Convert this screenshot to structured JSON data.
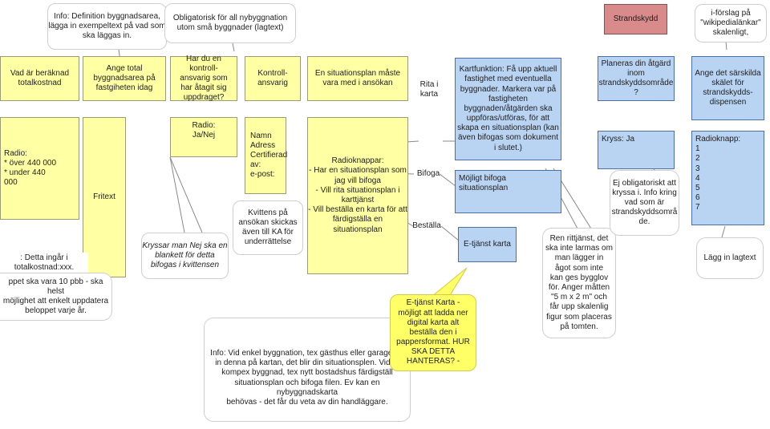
{
  "colors": {
    "yellow": "#ffffa3",
    "blue": "#b9d3f2",
    "red": "#d98a8a",
    "line": "#7f7f7f"
  },
  "top": {
    "info_def": "Info: Definition byggnadsarea,\nlägga in exempeltext på vad som\nska läggas in.",
    "obligatorisk": "Obligatorisk för all nybyggnation\nutom små byggnader (lagtext)",
    "strandskydd": "Strandskydd",
    "iforslag": "i-förslag på\n\"wikipedialänkar\"\nskalenligt,"
  },
  "headers": {
    "beraknad": "Vad är beräknad\ntotalkostnad",
    "byggnadsarea": "Ange total\nbyggnadsarea på\nfastgiheten idag",
    "ansvarig": "Har du en\nkontroll-\nansvarig som\nhar åtagit sig\nuppdraget?",
    "kontroll": "Kontroll-\nansvarig",
    "situationsplan": "En situationsplan måste\nvara med i ansökan",
    "planeras": "Planeras din åtgärd\ninom\nstrandskyddsområde\n?",
    "skal": "Ange det särskilda\nskälet för\nstrandskydds-\ndispensen"
  },
  "boxes": {
    "radio_cost": "Radio:\n* över 440 000\n* under 440\n000",
    "fritext": "Fritext",
    "radio_janej": "Radio:\nJa/Nej",
    "namn": "Namn\nAdress\nCertifierad\nav:\ne-post:",
    "radioknappar": "Radioknappar:\n- Har en situationsplan som\njag vill bifoga\n- Vill rita situationsplan i\nkarttjänst\n- Vill beställa en karta för att\nfärdigställa en\nsituationsplan",
    "kartfunktion": "Kartfunktion: Få upp aktuell\nfastighet med eventuella\nbyggnader. Markera var på\nfastigheten\nbyggnaden/åtgärden ska\nuppföras/utföras, för att\nskapa en situationsplan (kan\näven bifogas som dokument\ni slutet.)",
    "mojligt": "Möjligt bifoga\nsituationsplan",
    "etjanst": "E-tjänst karta",
    "kryss": "Kryss: Ja",
    "radioknapp": "Radioknapp:\n1\n2\n3\n4\n5\n6\n7"
  },
  "labels": {
    "rita": "Rita i\nkarta",
    "bifoga": "Bifoga",
    "bestalla": "Beställa"
  },
  "notes": {
    "detta_ingar": ": Detta ingår i totalkostnad:xxx.",
    "beloppet": "ppet ska vara 10 pbb - ska helst\nmöjlighet att enkelt uppdatera\nbeloppet varje år.",
    "kryssar": "Kryssar man Nej ska en\nblankett för detta\nbifogas i kvittensen",
    "kvittens": "Kvittens på\nansökan skickas\näven till KA för\nunderrättelse",
    "info_enkel": "Info: Vid enkel byggnation, tex gästhus eller garage - ri\nin denna på kartan, det blir din situationsplen. Vid m\nkompex byggnad, tex nytt bostadshus färdigställ\nsituationsplan och bifoga filen. Ev kan en nybyggnadskarta\nbehövas - det får du veta av din handläggare.",
    "etjanst_karta": "E-tjänst Karta -\nmöjligt att ladda ner\ndigital karta alt\nbeställa den i\npappersformat. HUR\nSKA DETTA\nHANTERAS? -",
    "ren_rittjanst": "Ren rittjänst, det\nska inte larmas om\nman lägger in\något som inte\nkan ges bygglov\nför. Anger måtten\n\"5 m x 2 m\" och\nfår upp skalenlig\nfigur som placeras\npå tomten.",
    "ej_obligatoriskt": "Ej obligatoriskt att\nkryssa i. Info kring\nvad som är\nstrandskyddsområ\nde.",
    "lagg_in": "Lägg in lagtext"
  }
}
